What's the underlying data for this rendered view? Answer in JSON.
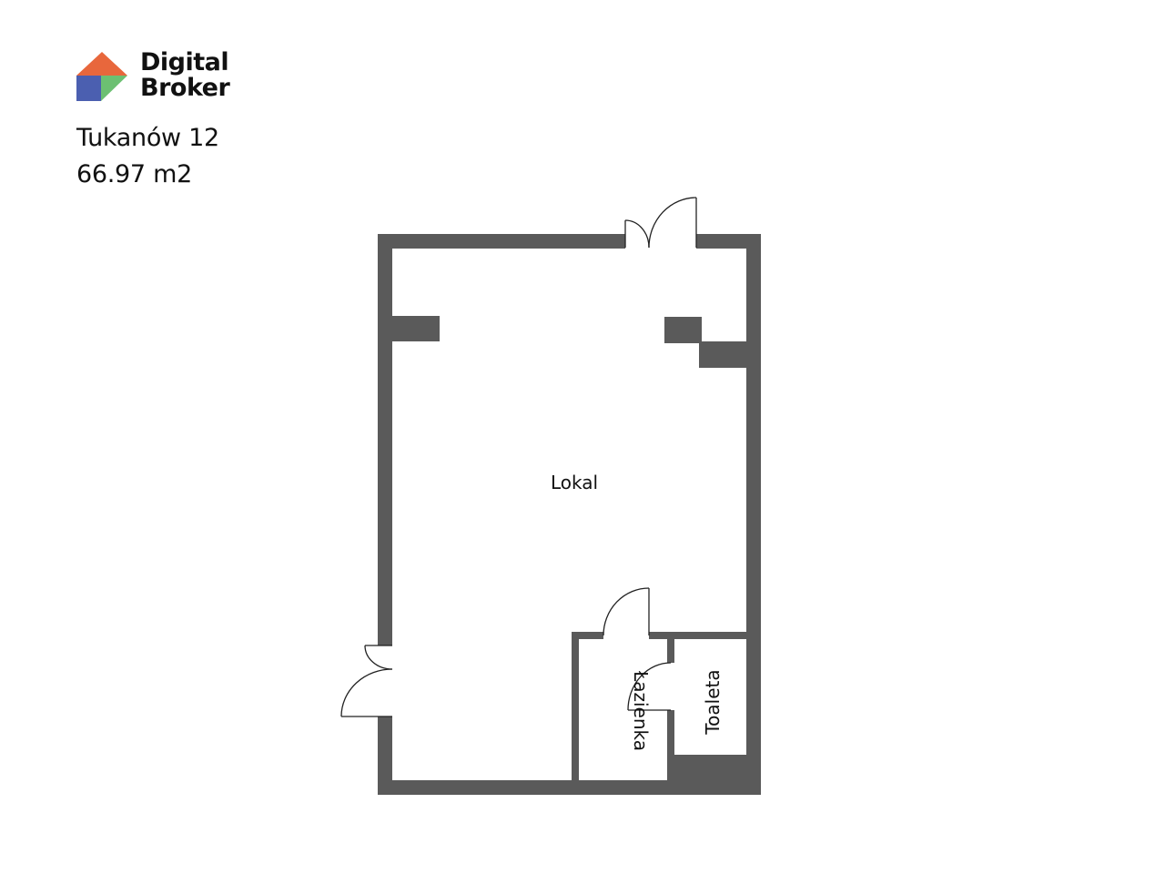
{
  "brand": {
    "line1": "Digital",
    "line2": "Broker",
    "colors": {
      "orange": "#e8673c",
      "blue": "#4b5fb0",
      "green": "#6cc072"
    }
  },
  "listing": {
    "address": "Tukanów 12",
    "area": "66.97 m2"
  },
  "floorplan": {
    "wall_color": "#5a5a5a",
    "rooms": {
      "main": "Lokal",
      "bathroom": "Łazienka",
      "toilet": "Toaleta"
    }
  }
}
